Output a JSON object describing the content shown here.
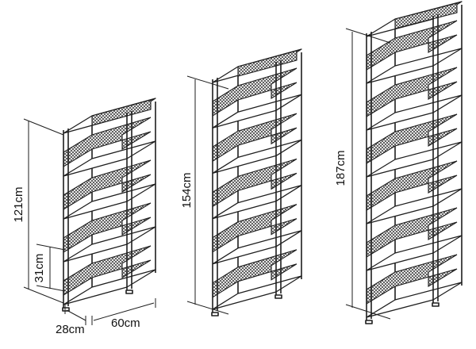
{
  "units": [
    {
      "height_label": "121cm",
      "height_cm": 121,
      "levels": 4,
      "sub_label": "31cm",
      "depth_label": "28cm",
      "width_label": "60cm"
    },
    {
      "height_label": "154cm",
      "height_cm": 154,
      "levels": 5
    },
    {
      "height_label": "187cm",
      "height_cm": 187,
      "levels": 6
    }
  ],
  "colors": {
    "line": "#1e1e1e",
    "background": "#ffffff"
  }
}
